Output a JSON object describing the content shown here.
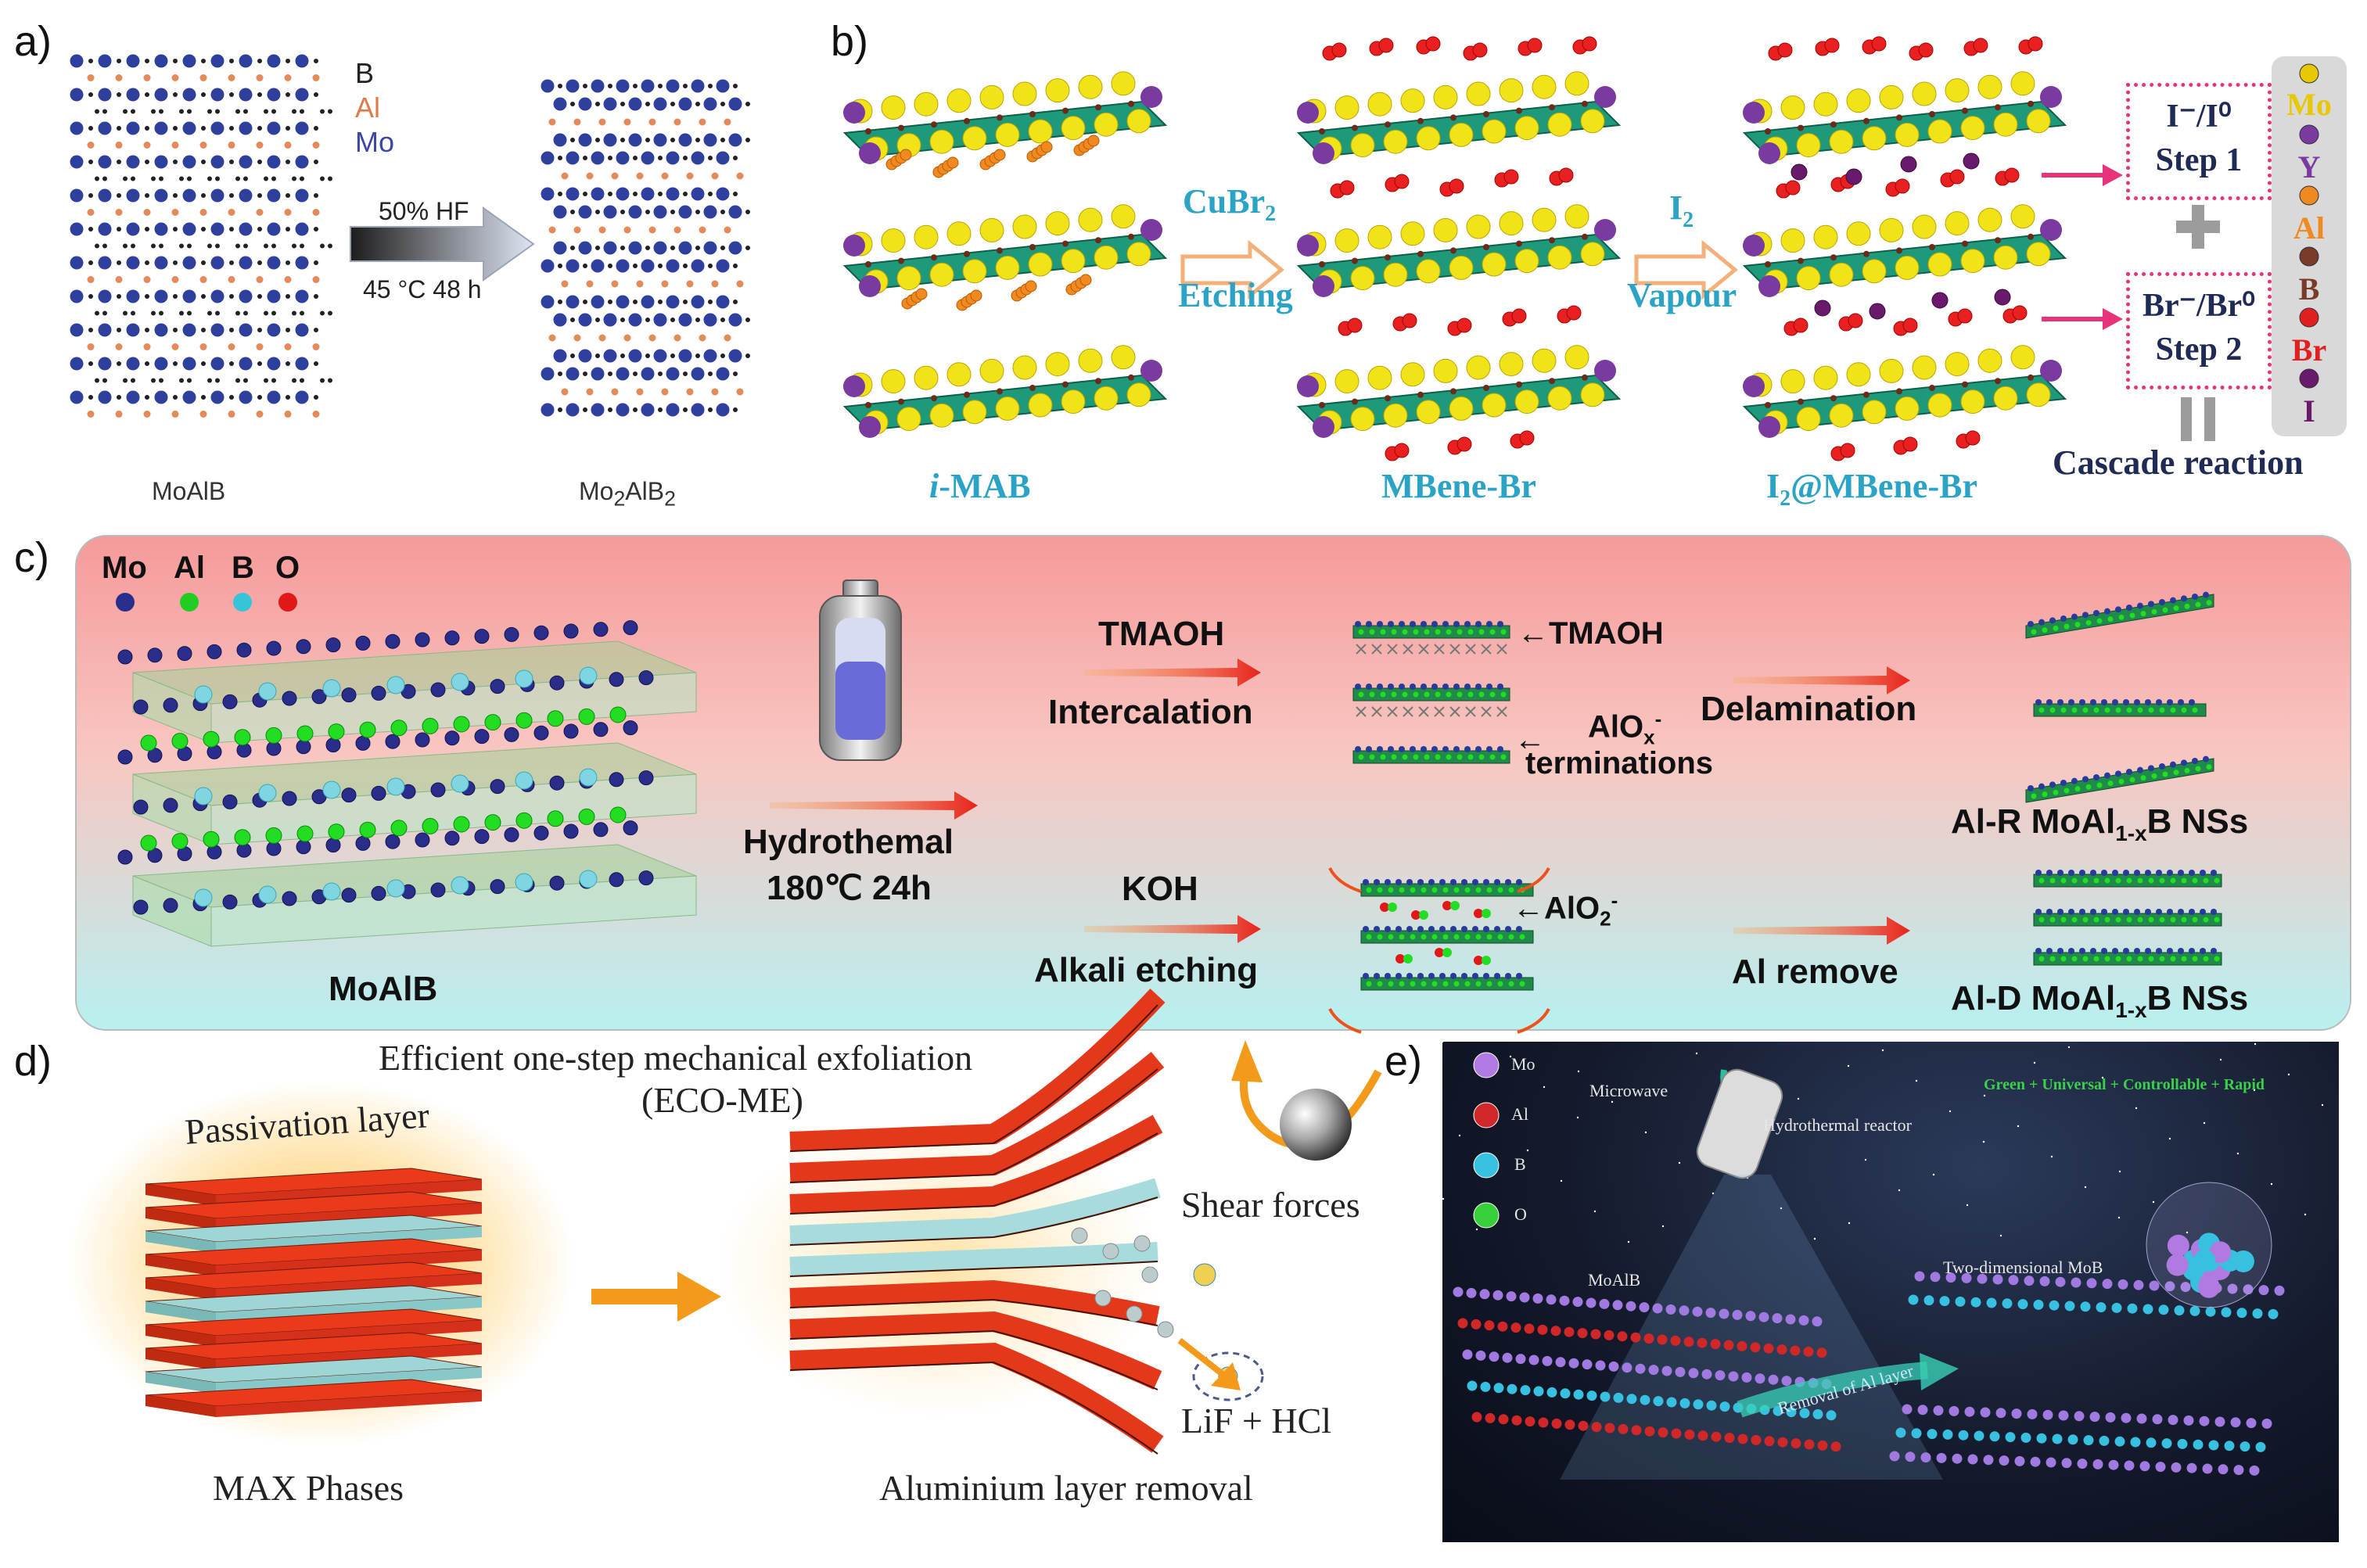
{
  "panels": {
    "a": {
      "label": "a)",
      "legend": [
        {
          "text": "B",
          "color": "#222222"
        },
        {
          "text": "Al",
          "color": "#e07a4a"
        },
        {
          "text": "Mo",
          "color": "#3a46a8"
        }
      ],
      "arrow_top": "50% HF",
      "arrow_bottom": "45 °C 48 h",
      "left_caption": "MoAlB",
      "right_caption_main": "Mo",
      "right_caption_sub1": "2",
      "right_caption_mid": "AlB",
      "right_caption_sub2": "2"
    },
    "b": {
      "label": "b)",
      "arrow1_top": "CuBr",
      "arrow1_top_sub": "2",
      "arrow1_bottom": "Etching",
      "arrow2_top": "I",
      "arrow2_top_sub": "2",
      "arrow2_bottom": "Vapour",
      "cap1_prefix": "i",
      "cap1_suffix": "-MAB",
      "cap2": "MBene-Br",
      "cap3_main": "I",
      "cap3_sub": "2",
      "cap3_suffix": "@MBene-Br",
      "step1_line1": "I⁻/I⁰",
      "step1_line2": "Step 1",
      "step2_line1": "Br⁻/Br⁰",
      "step2_line2": "Step 2",
      "cascade": "Cascade reaction",
      "legend": [
        {
          "text": "Mo",
          "color": "#e8c800"
        },
        {
          "text": "Y",
          "color": "#7a3aa0"
        },
        {
          "text": "Al",
          "color": "#ee8a20"
        },
        {
          "text": "B",
          "color": "#7a3a2a"
        },
        {
          "text": "Br",
          "color": "#e02020"
        },
        {
          "text": "I",
          "color": "#6a1a6a"
        }
      ]
    },
    "c": {
      "label": "c)",
      "legend": [
        {
          "text": "Mo",
          "color": "#2a2e8a"
        },
        {
          "text": "Al",
          "color": "#22cc22"
        },
        {
          "text": "B",
          "color": "#36c4d8"
        },
        {
          "text": "O",
          "color": "#e01818"
        }
      ],
      "moalb": "MoAlB",
      "hydro_line1": "Hydrothemal",
      "hydro_line2": "180℃  24h",
      "tmaoh": "TMAOH",
      "intercalation": "Intercalation",
      "tmaoh_pointer": "←TMAOH",
      "alox": "AlO",
      "alox_sub": "x",
      "alox_sup": "-",
      "terminations": "terminations",
      "delamination": "Delamination",
      "alr_main": "Al-R MoAl",
      "alr_sub": "1-x",
      "alr_suffix": "B NSs",
      "koh": "KOH",
      "alkali": "Alkali etching",
      "alo2_pointer": "←AlO",
      "alo2_sub": "2",
      "alo2_sup": "-",
      "al_remove": "Al remove",
      "ald_main": "Al-D MoAl",
      "ald_sub": "1-x",
      "ald_suffix": "B NSs"
    },
    "d": {
      "label": "d)",
      "title_line1": "Efficient one-step mechanical exfoliation",
      "title_line2": "(ECO-ME)",
      "passivation": "Passivation layer",
      "shear": "Shear forces",
      "lif": "LiF + HCl",
      "max": "MAX Phases",
      "removal": "Aluminium layer removal"
    },
    "e": {
      "label": "e)",
      "legend": [
        {
          "text": "Mo",
          "color": "#b07ae0"
        },
        {
          "text": "Al",
          "color": "#d02828"
        },
        {
          "text": "B",
          "color": "#38c0e0"
        },
        {
          "text": "O",
          "color": "#38d038"
        }
      ],
      "microwave": "Microwave",
      "reactor": "Hydrothermal reactor",
      "slogan": "Green + Universal + Controllable + Rapid",
      "moalb": "MoAlB",
      "twod": "Two-dimensional MoB",
      "removal": "Removal of Al layer"
    }
  }
}
